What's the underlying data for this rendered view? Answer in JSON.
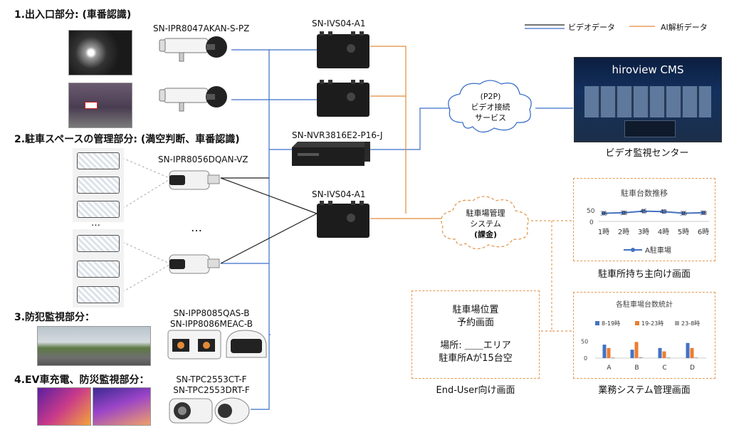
{
  "sections": {
    "s1": "1.出入口部分: (車番認識)",
    "s2": "2.駐車スペースの管理部分: (満空判断、車番認識)",
    "s3": "3.防犯監視部分：",
    "s4": "4.EV車充電、防災監視部分："
  },
  "devices": {
    "cam1": "SN-IPR8047AKAN-S-PZ",
    "cam2": "SN-IPR8056DQAN-VZ",
    "cam3a": "SN-IPP8085QAS-B",
    "cam3b": "SN-IPP8086MEAC-B",
    "cam4a": "SN-TPC2553CT-F",
    "cam4b": "SN-TPC2553DRT-F",
    "ivs_top": "SN-IVS04-A1",
    "ivs_mid": "SN-IVS04-A1",
    "nvr": "SN-NVR3816E2-P16-J"
  },
  "ellipsis": "…",
  "dots": "…",
  "legend": {
    "video": "ビデオデータ",
    "ai": "AI解析データ"
  },
  "clouds": {
    "p2p": [
      "(P2P)",
      "ビデオ接続",
      "サービス"
    ],
    "parking": [
      "駐車場管理",
      "システム",
      "(課金)"
    ]
  },
  "cms": {
    "title": "hiroview CMS",
    "caption": "ビデオ監視センター"
  },
  "owner_chart": {
    "caption": "駐車所持ち主向け画面"
  },
  "biz_chart": {
    "caption": "業務システム管理画面"
  },
  "enduser": {
    "line1": "駐車場位置",
    "line2": "予約画面",
    "line3": "場所: ＿＿エリア",
    "line4": "駐車所Aが15台空",
    "caption": "End-User向け画面"
  },
  "colors": {
    "video_line": "#3b6fc9",
    "ai_line": "#e38b3a",
    "dashed_box": "#e39a55"
  },
  "chart_data": [
    {
      "type": "line",
      "title": "駐車台数推移",
      "categories": [
        "1時",
        "2時",
        "3時",
        "4時",
        "5時",
        "6時"
      ],
      "series": [
        {
          "name": "A駐車場",
          "values": [
            36,
            38,
            45,
            43,
            36,
            38
          ]
        }
      ],
      "yticks": [
        "50",
        "0"
      ],
      "ylim": [
        0,
        50
      ],
      "legend": "bottom"
    },
    {
      "type": "bar",
      "title": "各駐車場台数統計",
      "categories": [
        "A",
        "B",
        "C",
        "D"
      ],
      "series": [
        {
          "name": "8-19時",
          "values": [
            40,
            25,
            30,
            45
          ]
        },
        {
          "name": "19-23時",
          "values": [
            30,
            48,
            20,
            30
          ]
        },
        {
          "name": "23-8時",
          "values": [
            2,
            3,
            2,
            2
          ]
        }
      ],
      "yticks": [
        "50",
        "0"
      ],
      "ylim": [
        0,
        55
      ],
      "legend": "top"
    }
  ]
}
